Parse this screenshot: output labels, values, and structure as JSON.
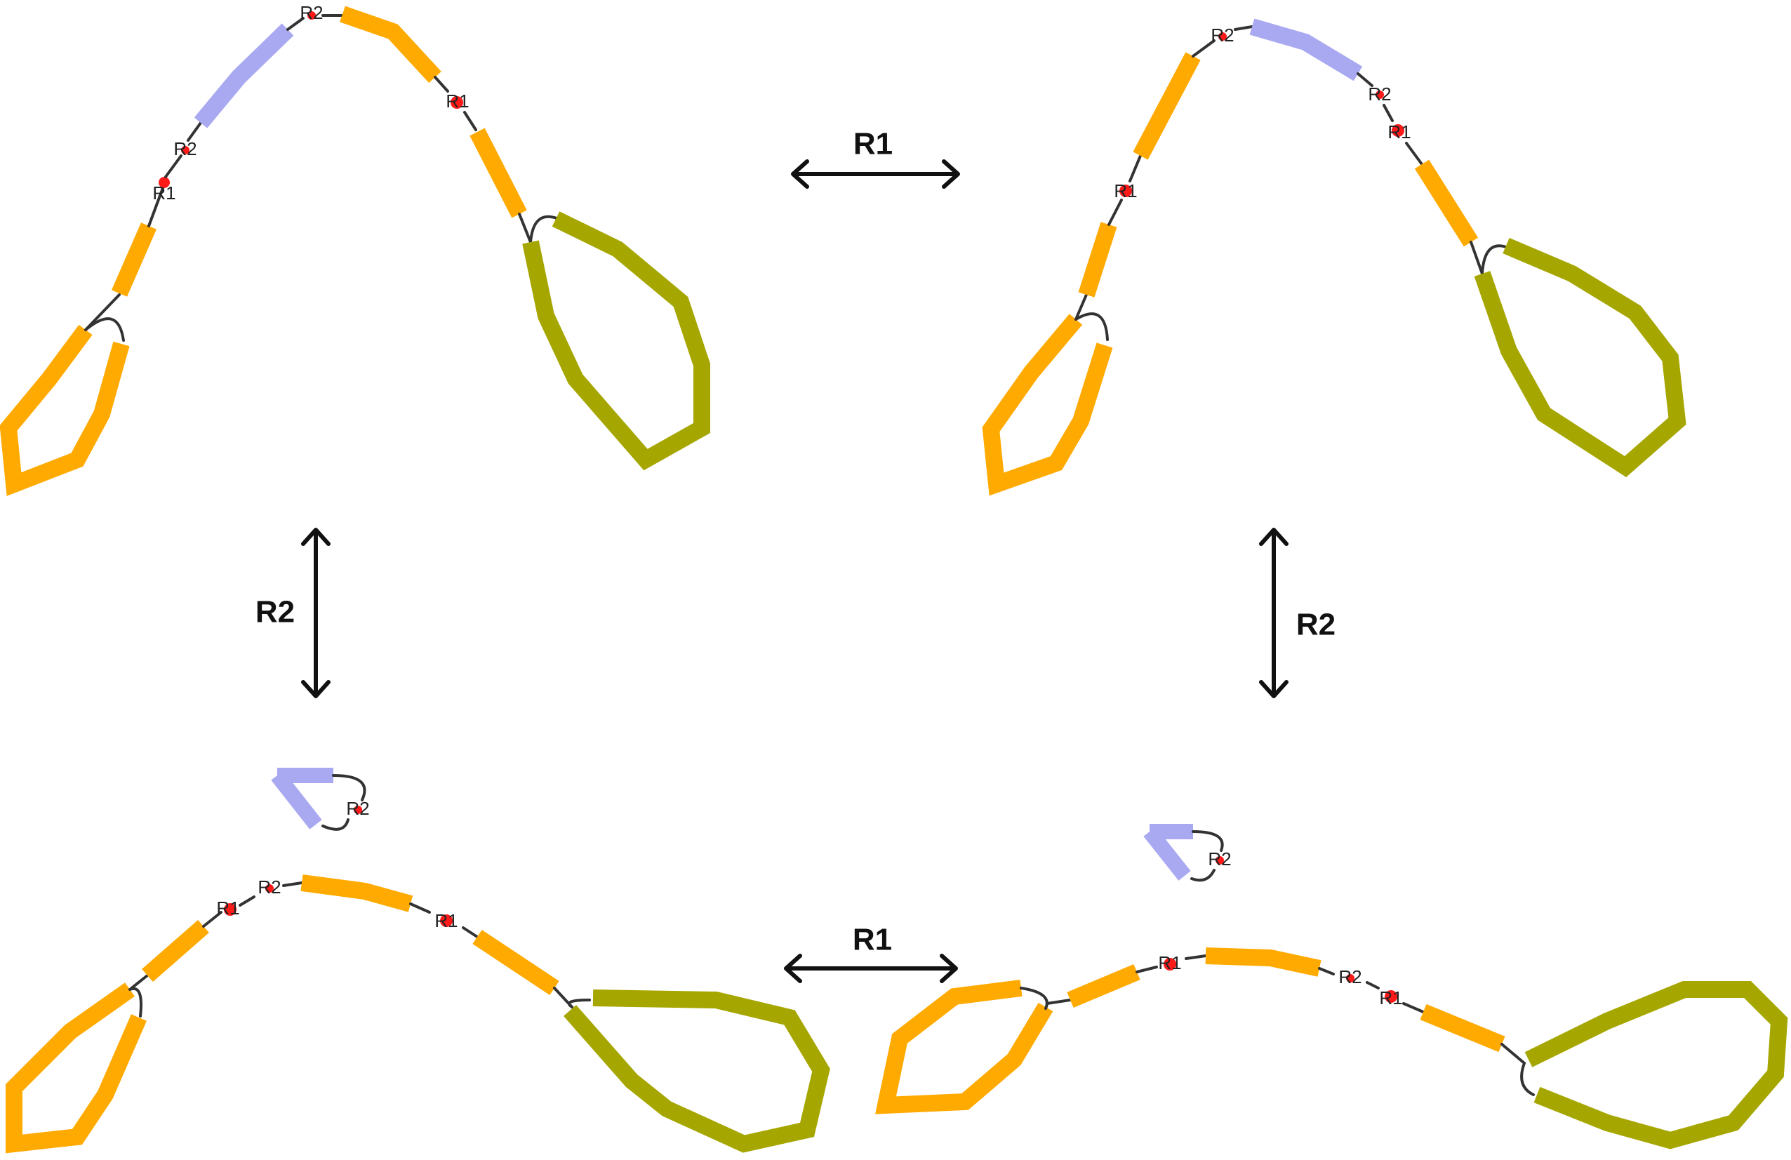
{
  "colors": {
    "orange": "#FFAA00",
    "olive": "#A6A600",
    "lavender": "#A9A9F2",
    "link": "#333333",
    "site_marker": "#FF1A1A",
    "arrow": "#111111"
  },
  "site_labels": {
    "r1": "R1",
    "r2": "R2"
  },
  "transitions": {
    "top_horizontal": "R1",
    "bottom_horizontal": "R1",
    "left_vertical": "R2",
    "right_vertical": "R2"
  }
}
